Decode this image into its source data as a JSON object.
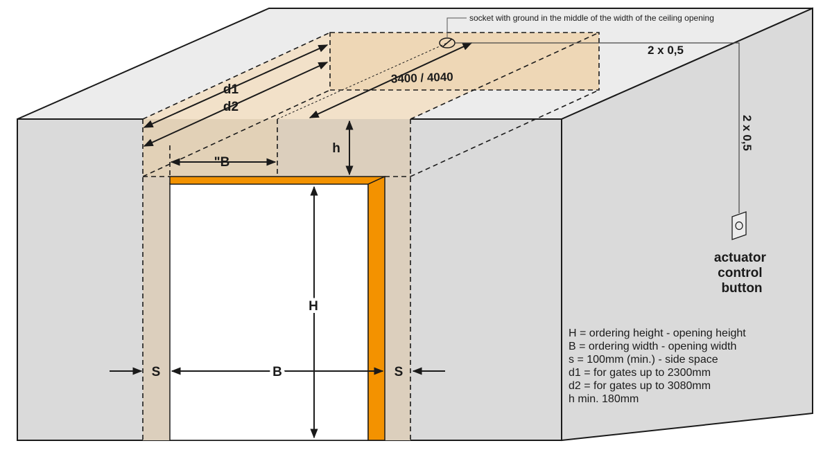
{
  "labels": {
    "socket_note": "socket with ground in the middle of the width of the ceiling opening",
    "cable_horizontal": "2 x 0,5",
    "cable_vertical": "2 x 0,5",
    "rail_length": "3400 / 4040",
    "d1": "d1",
    "d2": "d2",
    "half_b": "\"B",
    "h": "h",
    "H": "H",
    "B": "B",
    "s_left": "S",
    "s_right": "S",
    "button": [
      "actuator",
      "control",
      "button"
    ]
  },
  "legend": [
    "H = ordering height - opening height",
    "B = ordering width - opening width",
    "s = 100mm (min.) - side space",
    "d1 = for gates up to 2300mm",
    "d2 = for gates up to 3080mm",
    "h min. 180mm"
  ],
  "colors": {
    "wall": "#dadada",
    "ceiling": "#ececec",
    "zone": "#dccfbd",
    "ceiling_zone": "#f2e1c9",
    "frame": "#f39200",
    "opening": "#ffffff",
    "stroke": "#1a1a1a"
  }
}
